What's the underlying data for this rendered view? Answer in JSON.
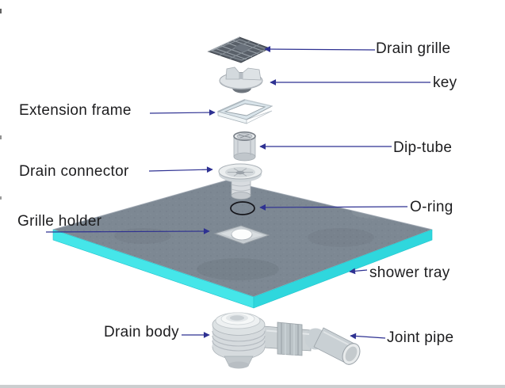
{
  "labels": {
    "drain_grille": "Drain grille",
    "key": "key",
    "extension_frame": "Extension frame",
    "dip_tube": "Dip-tube",
    "drain_connector": "Drain connector",
    "o_ring": "O-ring",
    "grille_holder": "Grille holder",
    "shower_tray": "shower tray",
    "drain_body": "Drain body",
    "joint_pipe": "Joint pipe"
  },
  "colors": {
    "background": "#ffffff",
    "text": "#1d1d1f",
    "arrow": "#2e3192",
    "tray_top": "#7d8893",
    "tray_edge_left": "#45e6e9",
    "tray_edge_right": "#2fd7dd",
    "part_light": "#e9eced",
    "grille_dark": "#596069",
    "o_ring_stroke": "#15151a"
  }
}
